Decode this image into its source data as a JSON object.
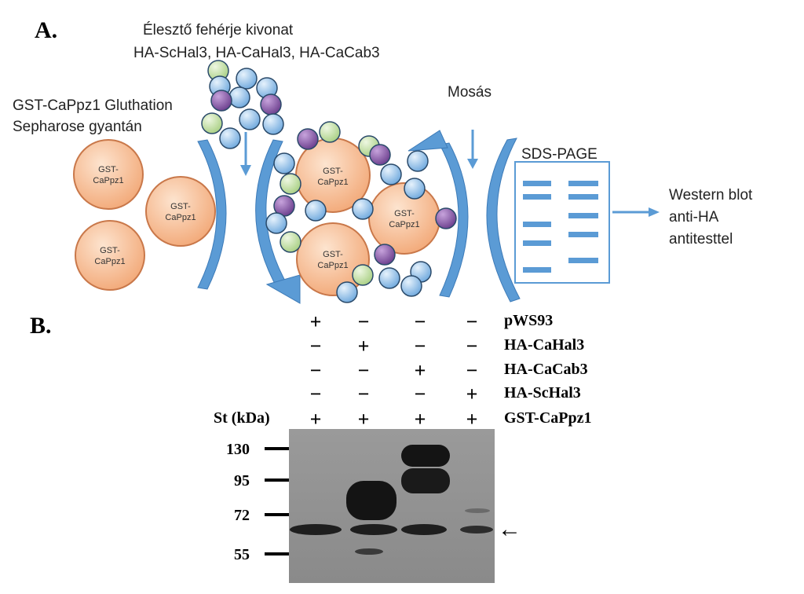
{
  "panel_a": {
    "label": "A.",
    "extract_title": "Élesztő fehérje kivonat",
    "extract_proteins": "HA-ScHal3, HA-CaHal3, HA-CaCab3",
    "resin_line1": "GST-CaPpz1 Gluthation",
    "resin_line2": "Sepharose gyantán",
    "bead_line1": "GST-",
    "bead_line2": "CaPpz1",
    "wash": "Mosás",
    "sds": "SDS-PAGE",
    "western_line1": "Western blot",
    "western_line2": "anti-HA",
    "western_line3": "antitesttel"
  },
  "panel_b": {
    "label": "B.",
    "rows": [
      {
        "name": "pWS93",
        "signs": [
          "+",
          "−",
          "−",
          "−"
        ]
      },
      {
        "name": "HA-CaHal3",
        "signs": [
          "−",
          "+",
          "−",
          "−"
        ]
      },
      {
        "name": "HA-CaCab3",
        "signs": [
          "−",
          "−",
          "+",
          "−"
        ]
      },
      {
        "name": "HA-ScHal3",
        "signs": [
          "−",
          "−",
          "−",
          "+"
        ]
      },
      {
        "name": "GST-CaPpz1",
        "signs": [
          "+",
          "+",
          "+",
          "+"
        ]
      }
    ],
    "standard_label": "St (kDa)",
    "markers": [
      "130",
      "95",
      "72",
      "55"
    ],
    "arrow": "←"
  },
  "colors": {
    "bead": "#f5b78c",
    "bead_stroke": "#c9784a",
    "blue_protein": "#9fc8ec",
    "purple_protein": "#8a5aa8",
    "green_protein": "#c3dea4",
    "arrow_blue": "#5b9bd5",
    "blot_bg": "#8e8e8e",
    "band": "#1f1f1f"
  }
}
